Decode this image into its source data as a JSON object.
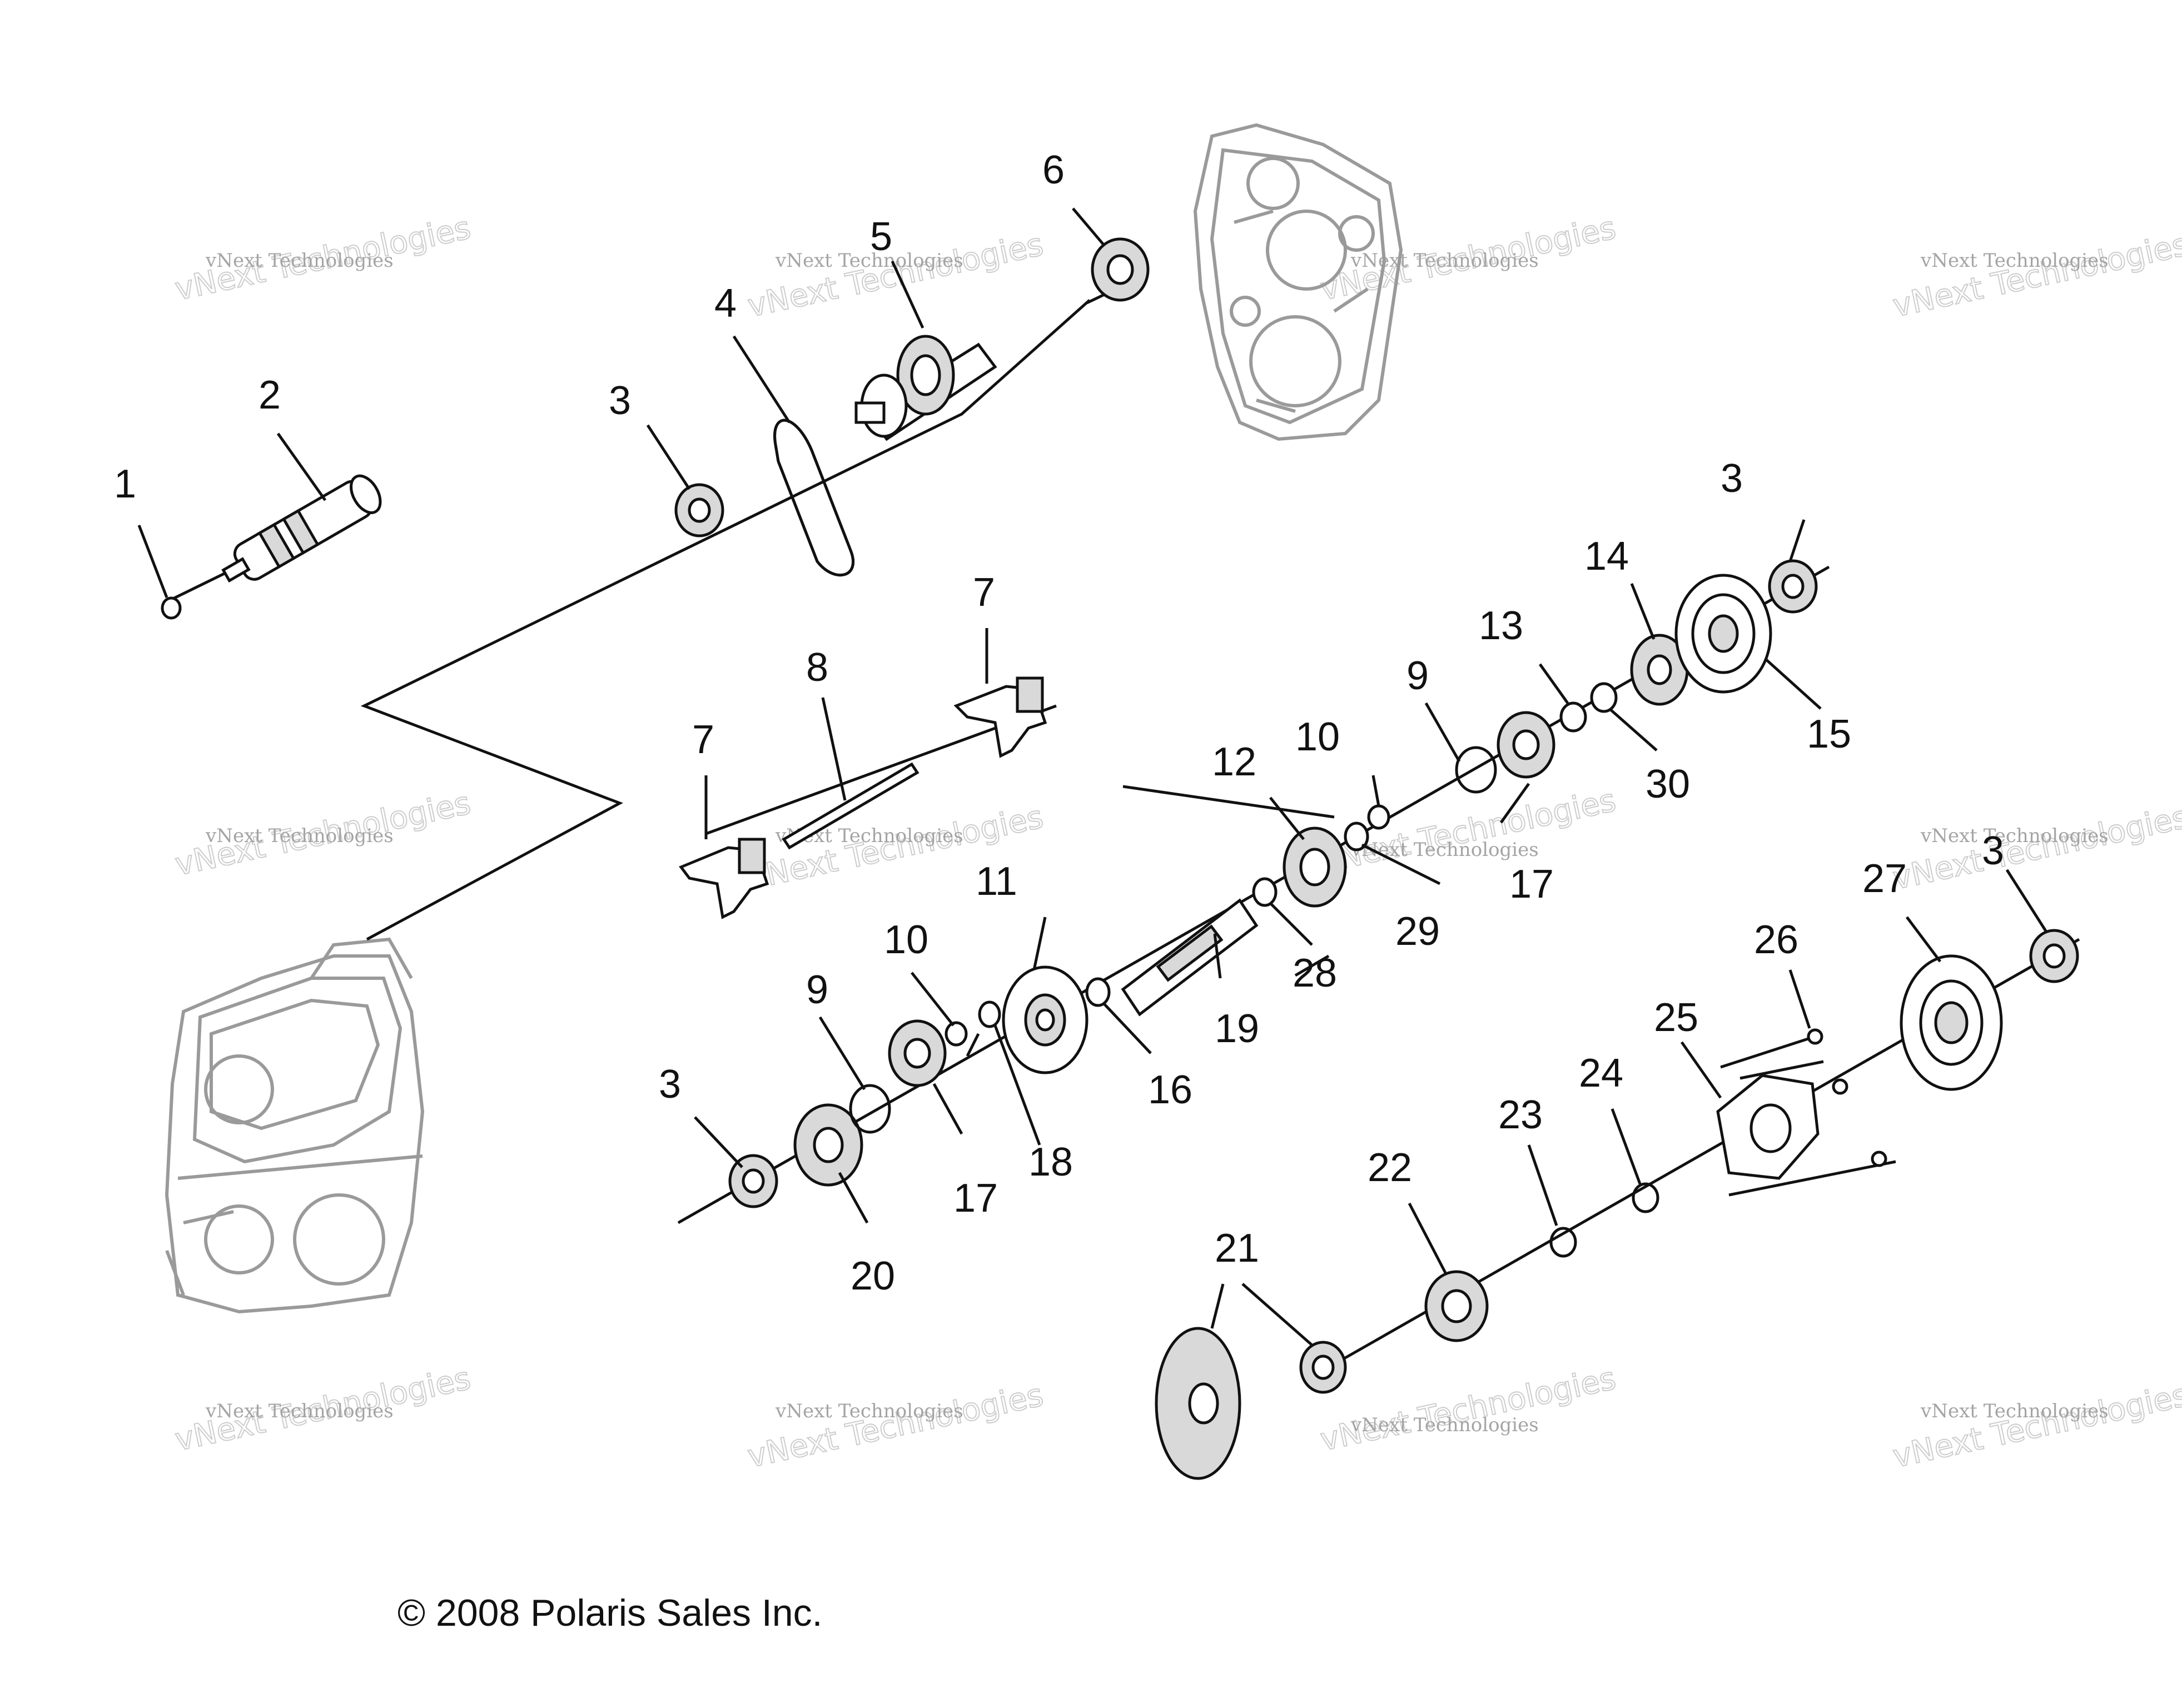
{
  "callouts": [
    "1",
    "2",
    "3",
    "4",
    "5",
    "6",
    "7",
    "8",
    "9",
    "10",
    "11",
    "12",
    "13",
    "14",
    "15",
    "16",
    "17",
    "18",
    "19",
    "20",
    "21",
    "22",
    "23",
    "24",
    "25",
    "26",
    "27",
    "28",
    "29",
    "30"
  ],
  "watermark": {
    "line1": "vNext Technologies",
    "line2": "vNext Technologies"
  },
  "copyright": "© 2008 Polaris Sales Inc."
}
